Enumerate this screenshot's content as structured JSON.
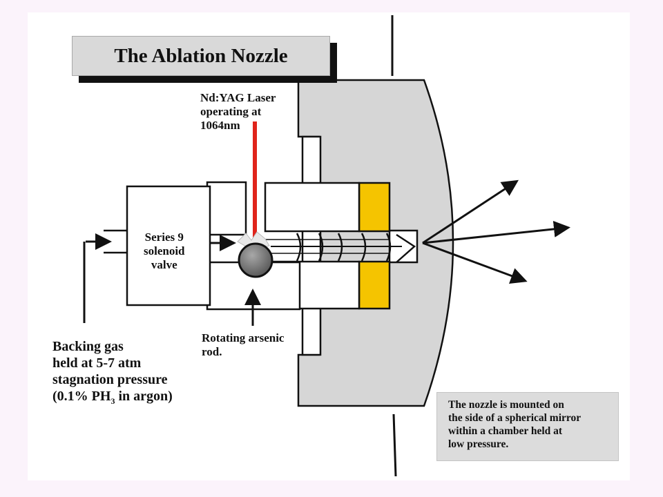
{
  "title": "The Ablation Nozzle",
  "labels": {
    "laser": [
      "Nd:YAG Laser",
      "operating at",
      "1064nm"
    ],
    "valve": [
      "Series 9",
      "solenoid",
      "valve"
    ],
    "rod": [
      "Rotating arsenic",
      "rod."
    ],
    "gas": [
      "Backing gas",
      "held at 5-7 atm",
      "stagnation pressure"
    ],
    "gas_last_prefix": "(0.1% PH",
    "gas_last_sub": "3",
    "gas_last_suffix": " in argon)"
  },
  "note": [
    "The nozzle is mounted on",
    "the side of a spherical mirror",
    "within a chamber held at",
    "low pressure."
  ],
  "colors": {
    "background": "#fbf3fb",
    "mirror": "#d6d6d6",
    "laser_beam": "#e0241b",
    "aperture_block": "#f5c400",
    "rod": "#7a7a7a"
  }
}
